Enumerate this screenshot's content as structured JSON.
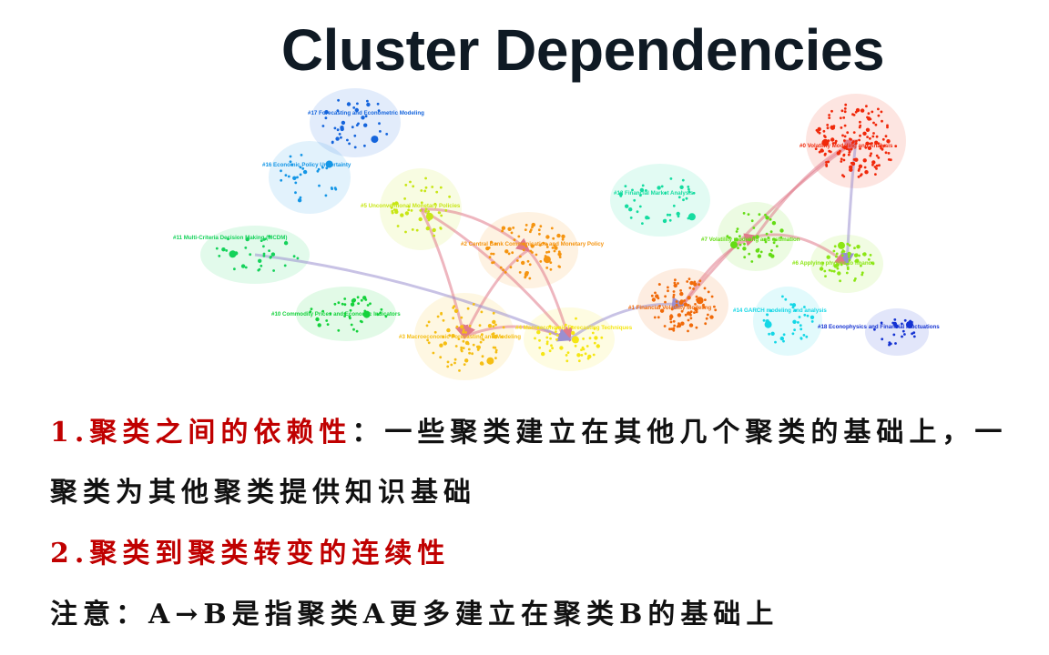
{
  "title": "Cluster Dependencies",
  "clusters": [
    {
      "id": "c0",
      "label": "#0 Volatility Modeling and Analysis",
      "color": "#f0280a"
    },
    {
      "id": "c1",
      "label": "#1 Financial Volatility Modeling",
      "color": "#f06a0a"
    },
    {
      "id": "c2",
      "label": "#2 Central Bank Communication and Monetary Policy",
      "color": "#f5940f"
    },
    {
      "id": "c3",
      "label": "#3 Macroeconomic Forecasting and Modeling",
      "color": "#f5be14"
    },
    {
      "id": "c4",
      "label": "#4 Macroeconomic Forecasting Techniques",
      "color": "#f5e614"
    },
    {
      "id": "c5",
      "label": "#5 Unconventional Monetary Policies",
      "color": "#c8e614"
    },
    {
      "id": "c6",
      "label": "#6 Applying physics to finance",
      "color": "#8ce614"
    },
    {
      "id": "c7",
      "label": "#7 Volatility modeling and estimation",
      "color": "#64dc14"
    },
    {
      "id": "c10",
      "label": "#10 Commodity Prices and Economic Indicators",
      "color": "#14d23c"
    },
    {
      "id": "c11",
      "label": "#11 Multi-Criteria Decision Making (MCDM)",
      "color": "#14d25a"
    },
    {
      "id": "c12",
      "label": "#12 Financial Market Analysis",
      "color": "#14dca0"
    },
    {
      "id": "c14",
      "label": "#14 GARCH modeling and analysis",
      "color": "#14d7e6"
    },
    {
      "id": "c16",
      "label": "#16 Economic Policy Uncertainty",
      "color": "#1496e6"
    },
    {
      "id": "c17",
      "label": "#17 Forecasting and Econometric Modeling",
      "color": "#1464dc"
    },
    {
      "id": "c18",
      "label": "#18 Econophysics and Financial Fluctuations",
      "color": "#1432d2"
    }
  ],
  "points": [
    {
      "num": "1.",
      "heading": "聚类之间的依赖性",
      "body_line1": "：一些聚类建立在其他几个聚类的基础上，一",
      "body_line2": "聚类为其他聚类提供知识基础"
    },
    {
      "num": "2.",
      "heading": "聚类到聚类转变的连续性"
    }
  ],
  "note": "注意：A→B是指聚类A更多建立在聚类B的基础上"
}
